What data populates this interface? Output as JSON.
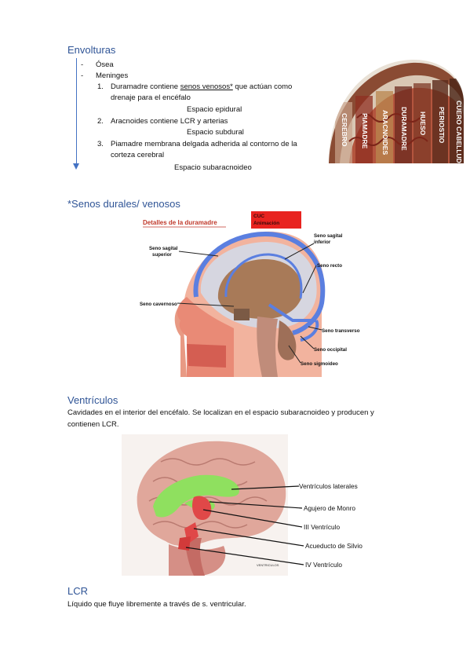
{
  "envolturas": {
    "title": "Envolturas",
    "bullets": [
      "Ósea",
      "Meninges"
    ],
    "numbers": [
      "1.",
      "2.",
      "3."
    ],
    "dash": "-",
    "item1_pre": "Duramadre contiene ",
    "item1_link": "senos venosos*",
    "item1_post": " que actúan como",
    "item1_cont": "drenaje para el encéfalo",
    "space1": "Espacio epidural",
    "item2": "Aracnoides contiene LCR y arterias",
    "space2": "Espacio subdural",
    "item3": "Piamadre membrana delgada adherida al contorno de la",
    "item3_cont": "corteza cerebral",
    "space3": "Espacio subaracnoideo",
    "skull_labels": [
      "CUERO CABELLUDO",
      "PERIOSTIO",
      "HUESO",
      "DURAMADRE",
      "ARACNOIDES",
      "PIAMADRE",
      "CEREBRO"
    ]
  },
  "senos": {
    "title": "*Senos durales/ venosos",
    "figure_title": "Detalles de la duramadre",
    "badge_line1": "CUC",
    "badge_line2": "Animación",
    "labels": {
      "sagital_sup": [
        "Seno sagital",
        "superior"
      ],
      "sagital_inf": [
        "Seno sagital",
        "inferior"
      ],
      "recto": "Seno recto",
      "cavernoso": "Seno cavernoso",
      "transverso": "Seno transverso",
      "occipital": "Seno occipital",
      "sigmoideo": "Seno sigmoideo"
    }
  },
  "ventriculos": {
    "title": "Ventrículos",
    "text_line1": "Cavidades en el interior del encéfalo. Se localizan en el espacio subaracnoideo y producen y",
    "text_line2": "contienen LCR.",
    "labels": [
      "Ventrículos laterales",
      "Agujero de Monro",
      "III Ventrículo",
      "Acueducto de Silvio",
      "IV Ventrículo"
    ],
    "caption": "VENTRICULOS"
  },
  "lcr": {
    "title": "LCR",
    "text": "Líquido que fluye libremente a través de s. ventricular."
  },
  "colors": {
    "heading": "#2f5496",
    "arrow": "#4472c4",
    "ventricle": "#8fe05f",
    "sinus": "#5b7fe0",
    "badge": "#e8231f"
  }
}
